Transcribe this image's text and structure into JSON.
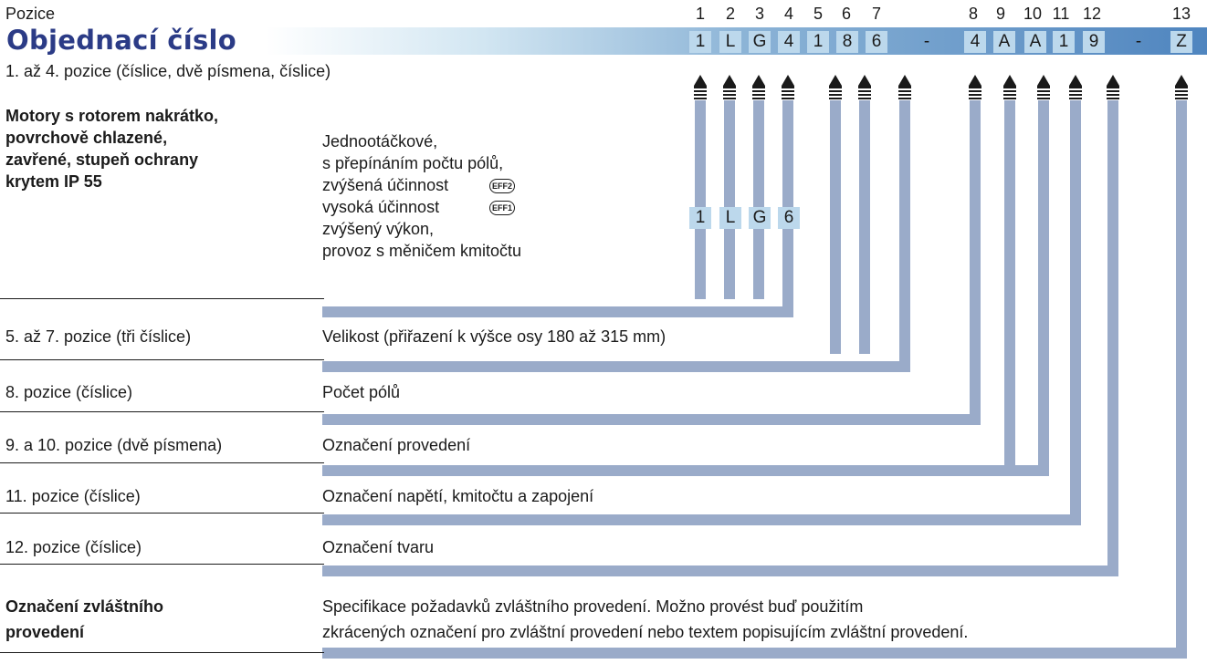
{
  "header": {
    "pozice_label": "Pozice",
    "title": "Objednací číslo",
    "position_numbers": [
      "1",
      "2",
      "3",
      "4",
      "5",
      "6",
      "7",
      "8",
      "9",
      "10",
      "11",
      "12",
      "13"
    ],
    "code_chars": [
      "1",
      "L",
      "G",
      "4",
      "1",
      "8",
      "6",
      "-",
      "4",
      "A",
      "A",
      "1",
      "9",
      "-",
      "Z"
    ]
  },
  "section1": {
    "heading": "1. až 4. pozice (číslice, dvě písmena, číslice)",
    "left_bold_lines": [
      "Motory s rotorem nakrátko,",
      "povrchově chlazené,",
      "zavřené, stupeň ochrany",
      "krytem IP 55"
    ],
    "right_lines": [
      "Jednootáčkové,",
      "s přepínáním počtu pólů,",
      "zvýšená účinnost",
      "vysoká účinnost",
      "zvýšený výkon,",
      "provoz s měničem kmitočtu"
    ],
    "eff_badges": [
      "EFF2",
      "EFF1"
    ],
    "alt_code_chars": [
      "1",
      "L",
      "G",
      "6"
    ]
  },
  "rows": [
    {
      "left": "5. až 7. pozice (tři číslice)",
      "right": "Velikost (přiřazení k výšce osy 180 až 315 mm)"
    },
    {
      "left": "8. pozice (číslice)",
      "right": "Počet pólů"
    },
    {
      "left": "9. a 10. pozice (dvě písmena)",
      "right": "Označení provedení"
    },
    {
      "left": "11. pozice (číslice)",
      "right": "Označení napětí, kmitočtu a zapojení"
    },
    {
      "left": "12. pozice (číslice)",
      "right": "Označení tvaru"
    }
  ],
  "special": {
    "left_bold_lines": [
      "Označení zvláštního",
      "provedení"
    ],
    "right_lines": [
      "Specifikace požadavků zvláštního provedení. Možno provést buď použitím",
      "zkrácených označení pro zvláštní provedení nebo textem popisujícím zvláštní provedení."
    ]
  },
  "colors": {
    "title": "#2b3b86",
    "box": "#bcd8ec",
    "line": "#9aabc9"
  }
}
